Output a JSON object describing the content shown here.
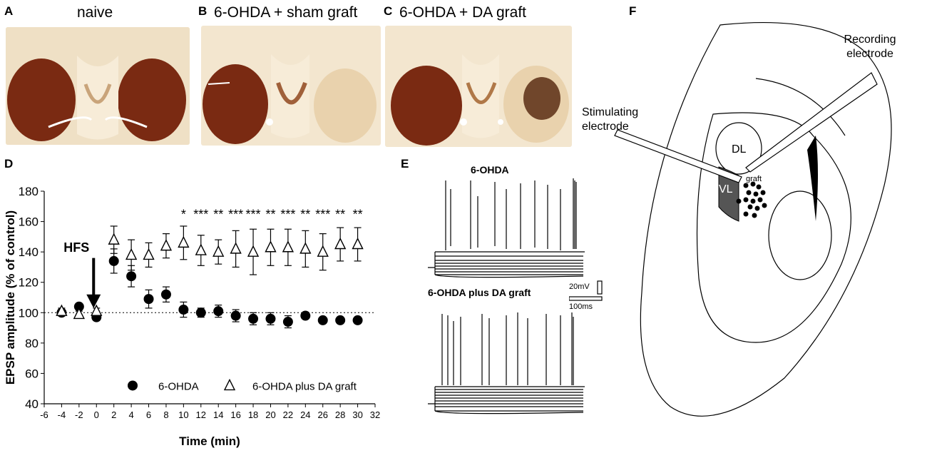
{
  "panels": {
    "a": {
      "letter": "A",
      "title": "naive"
    },
    "b": {
      "letter": "B",
      "title": "6-OHDA + sham graft"
    },
    "c": {
      "letter": "C",
      "title": "6-OHDA + DA graft"
    },
    "d": {
      "letter": "D"
    },
    "e": {
      "letter": "E",
      "trace1_label": "6-OHDA",
      "trace2_label": "6-OHDA plus DA graft",
      "scale_v": "20mV",
      "scale_t": "100ms"
    },
    "f": {
      "letter": "F",
      "recording_label": [
        "Recording",
        "electrode"
      ],
      "stimulating_label": [
        "Stimulating",
        "electrode"
      ],
      "dl_label": "DL",
      "vl_label": "VL",
      "graft_label": "graft"
    }
  },
  "colors": {
    "stain_dark": "#7a2a12",
    "stain_light": "#e9d2ad",
    "background_tissue": "#f3e6cf"
  },
  "chart_data": {
    "type": "scatter",
    "xlabel": "Time (min)",
    "ylabel": "EPSP amplitude (% of control)",
    "xlim": [
      -6,
      32
    ],
    "ylim": [
      40,
      180
    ],
    "xticks": [
      -6,
      -4,
      -2,
      0,
      2,
      4,
      6,
      8,
      10,
      12,
      14,
      16,
      18,
      20,
      22,
      24,
      26,
      28,
      30,
      32
    ],
    "yticks": [
      40,
      60,
      80,
      100,
      120,
      140,
      160,
      180
    ],
    "reference_line": 100,
    "annotation": {
      "text": "HFS",
      "x": 0
    },
    "series": [
      {
        "name": "6-OHDA",
        "marker": "filled-circle",
        "x": [
          -4,
          -2,
          0,
          2,
          4,
          6,
          8,
          10,
          12,
          14,
          16,
          18,
          20,
          22,
          24,
          26,
          28,
          30
        ],
        "y": [
          100,
          104,
          97,
          134,
          124,
          109,
          112,
          102,
          100,
          101,
          98,
          96,
          96,
          94,
          98,
          95,
          95,
          95
        ],
        "err": [
          2,
          2,
          2,
          8,
          7,
          6,
          5,
          5,
          3,
          4,
          4,
          4,
          4,
          4,
          2,
          2,
          2,
          2
        ]
      },
      {
        "name": "6-OHDA plus DA graft",
        "marker": "open-triangle",
        "x": [
          -4,
          -2,
          0,
          2,
          4,
          6,
          8,
          10,
          12,
          14,
          16,
          18,
          20,
          22,
          24,
          26,
          28,
          30
        ],
        "y": [
          101,
          99,
          101,
          148,
          138,
          138,
          144,
          146,
          141,
          140,
          142,
          140,
          143,
          143,
          142,
          140,
          145,
          145
        ],
        "err": [
          2,
          2,
          2,
          9,
          10,
          8,
          8,
          11,
          10,
          8,
          12,
          15,
          12,
          12,
          12,
          12,
          11,
          11
        ]
      }
    ],
    "significance": [
      {
        "x": 10,
        "text": "*"
      },
      {
        "x": 12,
        "text": "***"
      },
      {
        "x": 14,
        "text": "**"
      },
      {
        "x": 16,
        "text": "***"
      },
      {
        "x": 18,
        "text": "***"
      },
      {
        "x": 20,
        "text": "**"
      },
      {
        "x": 22,
        "text": "***"
      },
      {
        "x": 24,
        "text": "**"
      },
      {
        "x": 26,
        "text": "***"
      },
      {
        "x": 28,
        "text": "**"
      },
      {
        "x": 30,
        "text": "**"
      }
    ]
  }
}
